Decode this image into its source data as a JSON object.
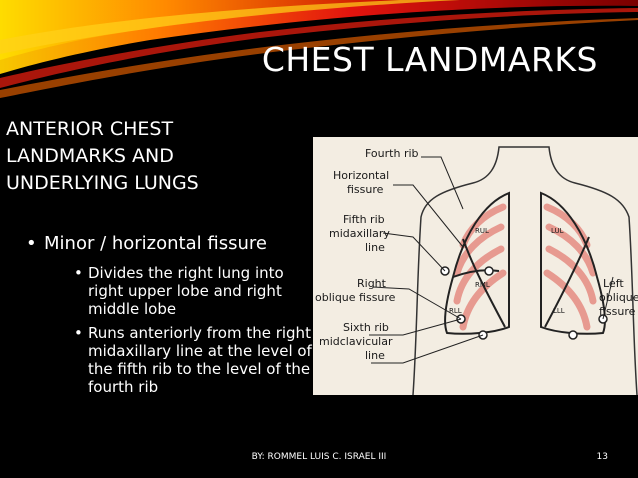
{
  "slide": {
    "title": "CHEST LANDMARKS",
    "subtitle": "ANTERIOR CHEST LANDMARKS AND UNDERLYING LUNGS",
    "bullet_main": "Minor / horizontal fissure",
    "bullet_sub_1": "Divides the right lung into right upper lobe and right middle lobe",
    "bullet_sub_2": "Runs anteriorly from the right midaxillary line at the level of the fifth rib to the level of the fourth rib",
    "footer": "BY: ROMMEL LUIS C. ISRAEL III",
    "page_number": "13"
  },
  "figure": {
    "labels": {
      "fourth_rib": "Fourth rib",
      "horizontal": "Horizontal",
      "fissure": "fissure",
      "fifth_rib": "Fifth rib",
      "midaxillary": "midaxillary",
      "line": "line",
      "right": "Right",
      "oblique_fissure": "oblique fissure",
      "sixth_rib": "Sixth rib",
      "midclavicular": "midclavicular",
      "line2": "line",
      "left": "Left",
      "oblique": "oblique",
      "fissure_left": "fissure",
      "rul": "RUL",
      "lul": "LUL",
      "rml": "RML",
      "rll": "RLL",
      "lll": "LLL"
    }
  },
  "colors": {
    "background": "#000000",
    "text": "#ffffff",
    "figure_bg": "#f3ede2",
    "rib_pink": "#e79a90",
    "lung_outline": "#222222"
  }
}
